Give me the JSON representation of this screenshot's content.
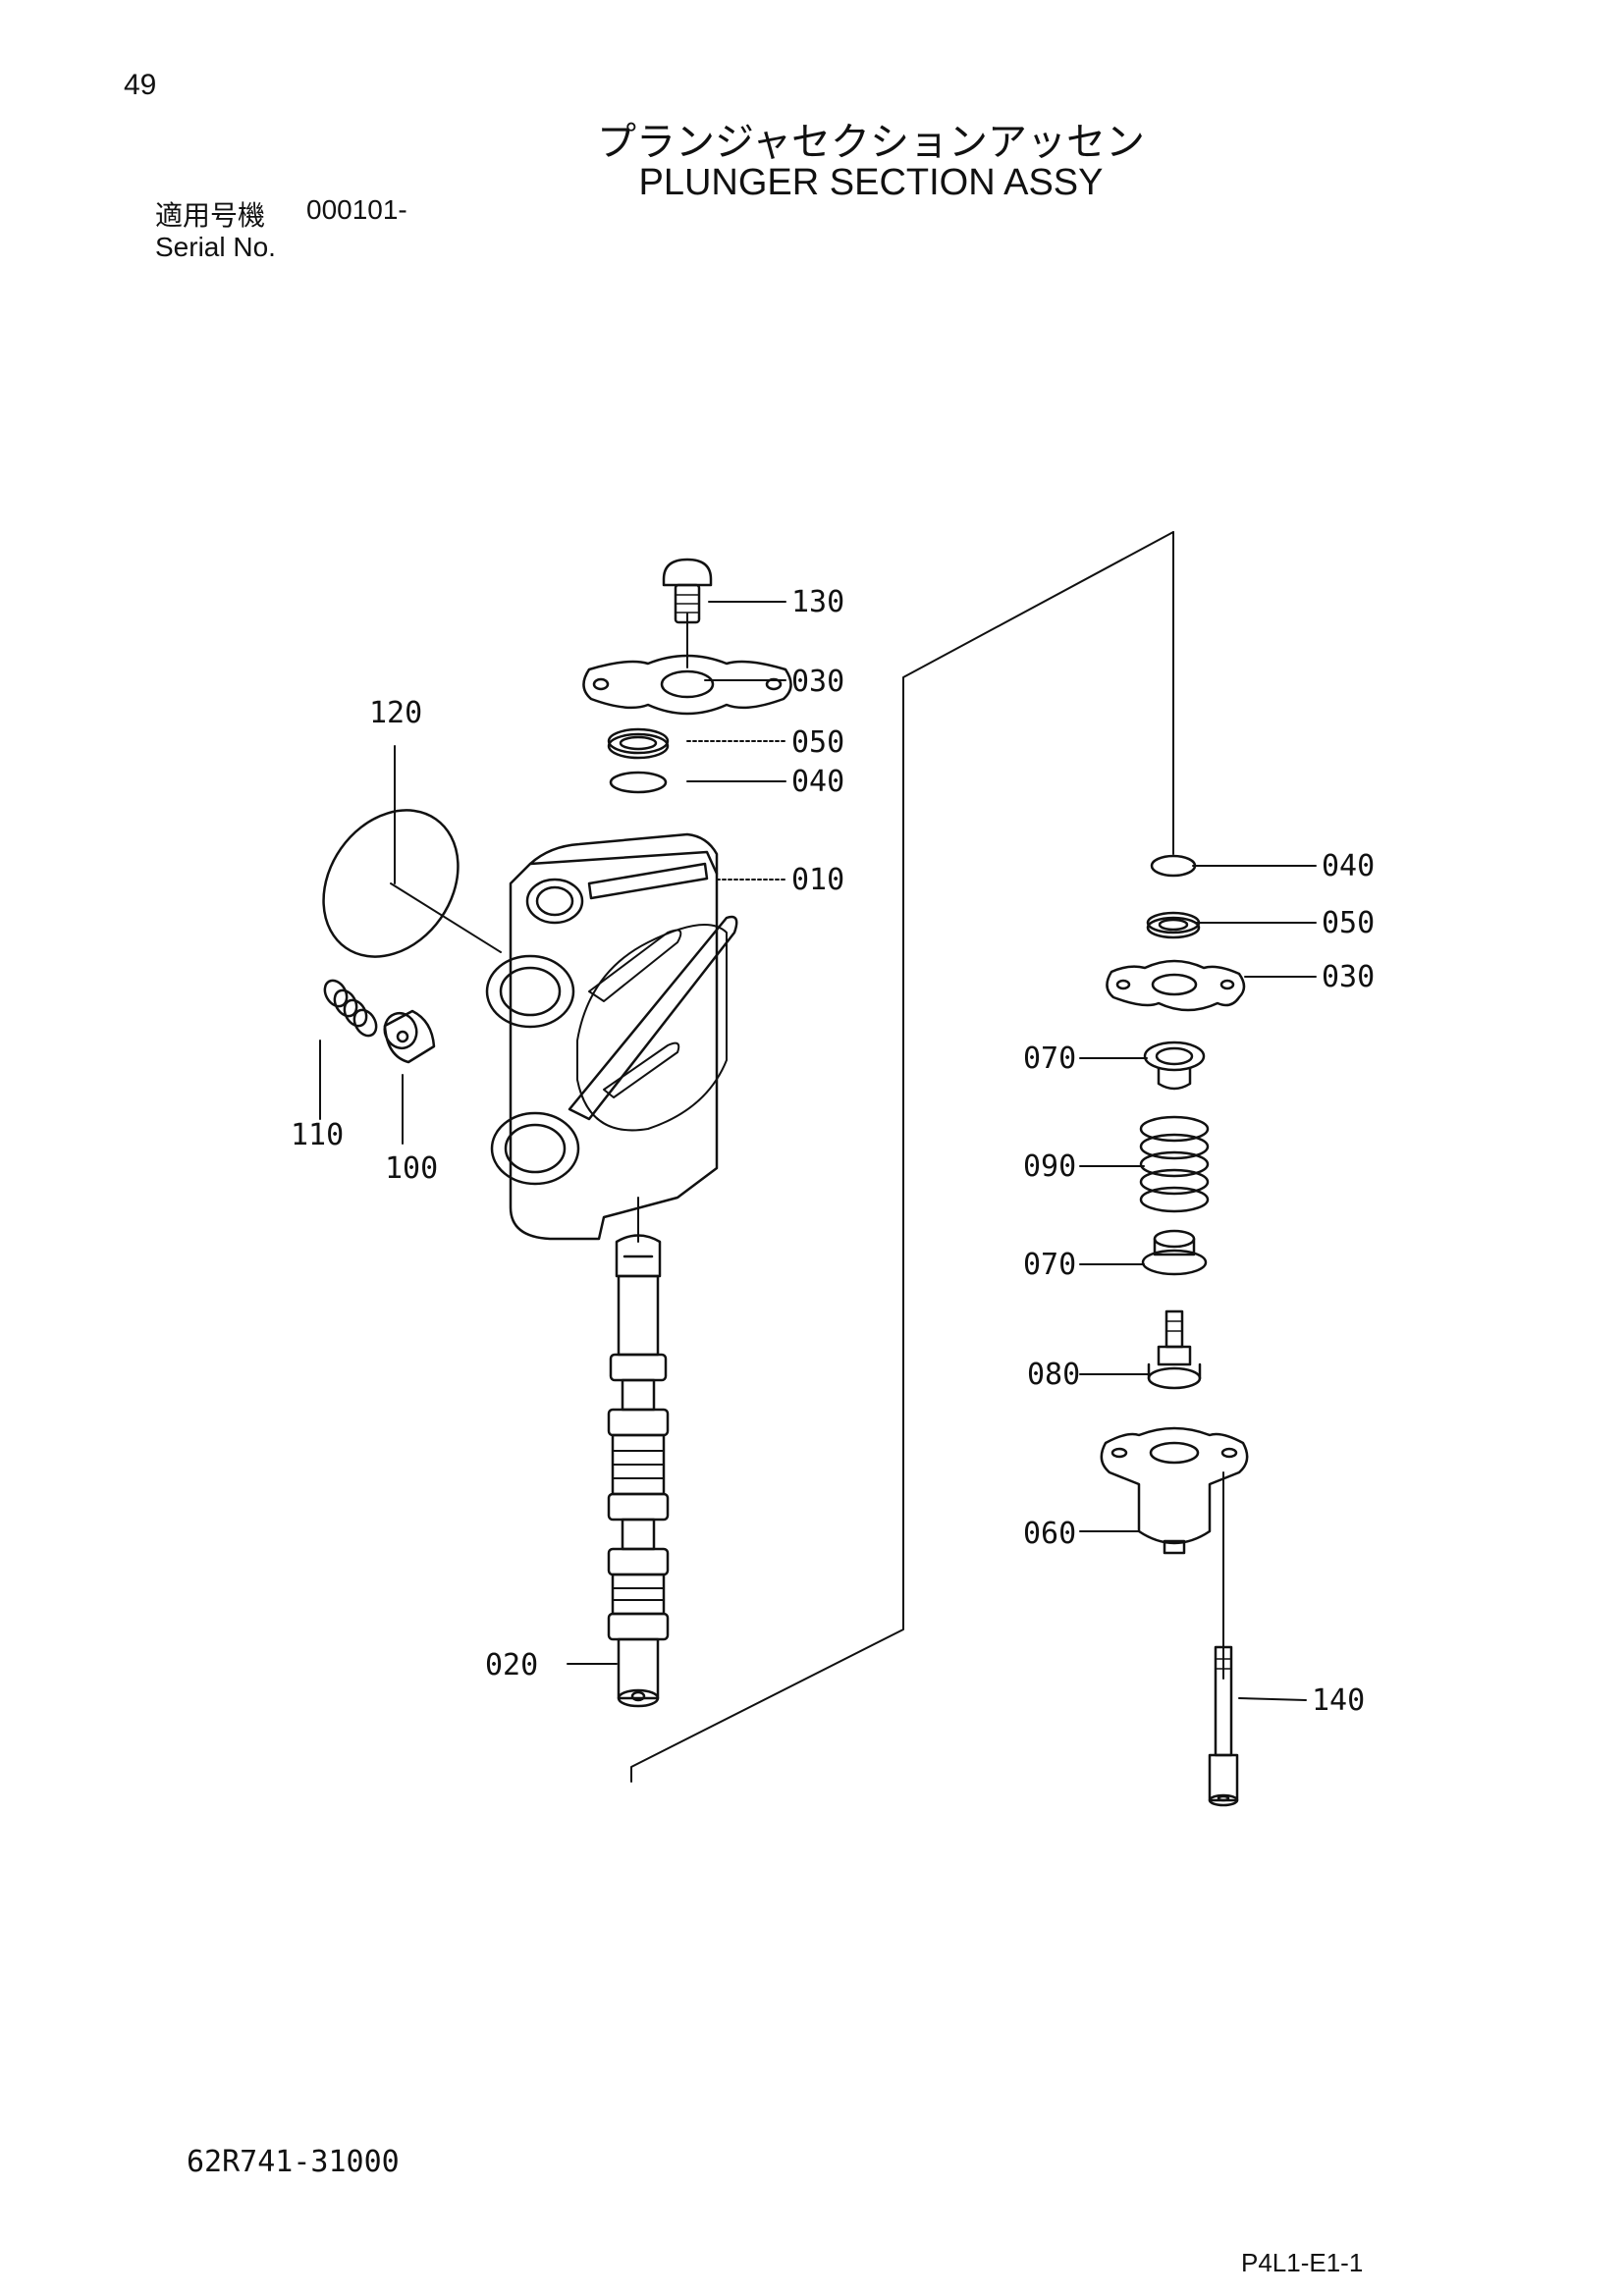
{
  "header": {
    "page_number": "49",
    "title_jp": "プランジャセクションアッセン",
    "title_en": "PLUNGER SECTION ASSY",
    "serial_label_jp": "適用号機",
    "serial_value": "000101-",
    "serial_label_en": "Serial No."
  },
  "parts": {
    "p130": "130",
    "p030a": "030",
    "p050a": "050",
    "p040a": "040",
    "p010": "010",
    "p120": "120",
    "p110": "110",
    "p100": "100",
    "p020": "020",
    "p040b": "040",
    "p050b": "050",
    "p030b": "030",
    "p070a": "070",
    "p090": "090",
    "p070b": "070",
    "p080": "080",
    "p060": "060",
    "p140": "140"
  },
  "footer": {
    "drawing_number": "62R741-31000",
    "doc_code": "P4L1-E1-1"
  }
}
